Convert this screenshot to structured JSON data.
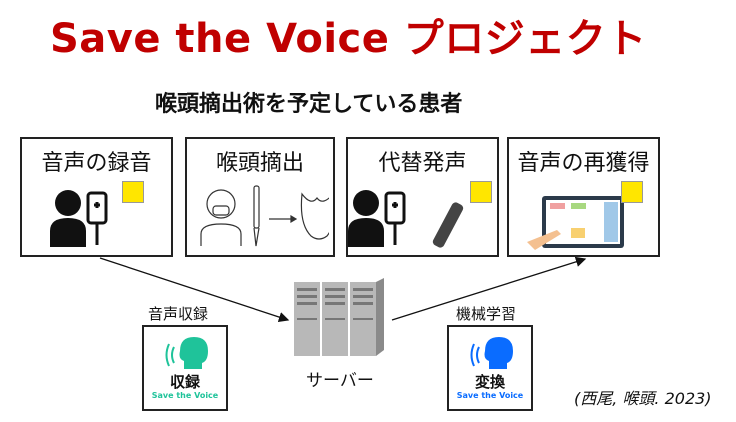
{
  "title": "Save the Voice プロジェクト",
  "subtitle": "喉頭摘出術を予定している患者",
  "stages": [
    {
      "label": "音声の録音"
    },
    {
      "label": "喉頭摘出"
    },
    {
      "label": "代替発声"
    },
    {
      "label": "音声の再獲得"
    }
  ],
  "recording": {
    "label": "音声収録",
    "kanji": "収録",
    "brand": "Save the Voice",
    "color": "#1fc39a"
  },
  "conversion": {
    "label": "機械学習",
    "kanji": "変換",
    "brand": "Save the Voice",
    "color": "#0a6cff"
  },
  "server": {
    "label": "サーバー"
  },
  "citation": "(西尾, 喉頭. 2023)",
  "colors": {
    "title": "#c00000",
    "badge": "#ffe600"
  }
}
